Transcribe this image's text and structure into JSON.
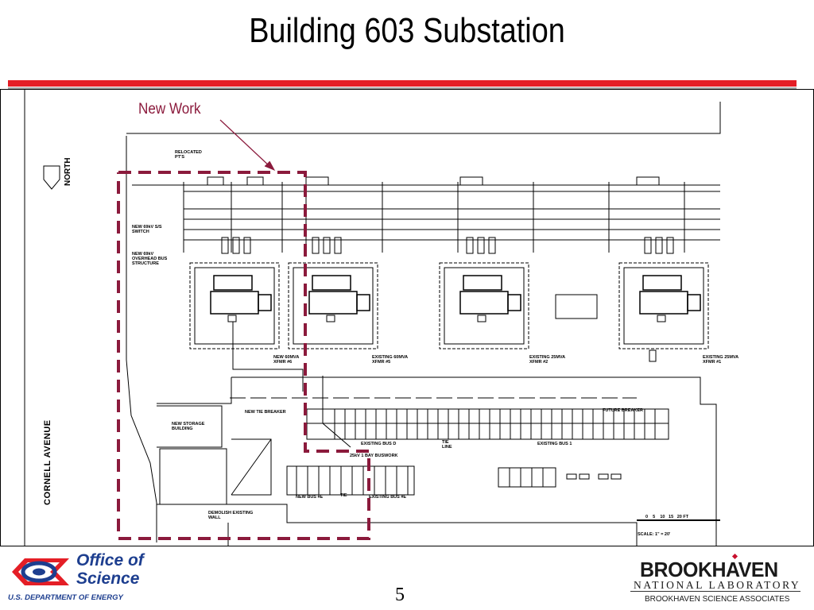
{
  "slide": {
    "title": "Building 603 Substation",
    "page_number": "5",
    "accent_color": "#e41e26"
  },
  "drawing": {
    "annotation": "New Work",
    "annotation_color": "#8b1a3c",
    "north_label": "NORTH",
    "street_label": "CORNELL AVENUE",
    "labels": {
      "relocated_pts": "RELOCATED\nPT'S",
      "new_switch": "NEW 69kV S/S\nSWITCH",
      "new_bus_structure": "NEW 69kV\nOVERHEAD BUS\nSTRUCTURE",
      "new_xfmr": "NEW 60MVA\nXFMR #6",
      "existing_xfmr_5": "EXISTING 60MVA\nXFMR #5",
      "existing_xfmr_2": "EXISTING 25MVA\nXFMR #2",
      "existing_xfmr_1": "EXISTING 25MVA\nXFMR #1",
      "new_tie_breaker": "NEW TIE BREAKER",
      "future_breaker": "FUTURE BREAKER",
      "new_storage": "NEW STORAGE\nBUILDING",
      "existing_bus_d": "EXISTING BUS D",
      "tie_line": "TIE\nLINE",
      "existing_bus_1": "EXISTING BUS 1",
      "bay_buswork": "25kV 1 BAY BUSWORK",
      "new_bus_e": "NEW BUS #E",
      "existing_bus_e": "EXISTING BUS #E",
      "tie": "TIE",
      "demolish_wall": "DEMOLISH EXISTING\nWALL",
      "scale_ticks": "0    5    10   15   20 FT",
      "scale_text": "SCALE: 1\" = 20'"
    }
  },
  "footer": {
    "office_line1": "Office of",
    "office_line2": "Science",
    "department": "U.S. DEPARTMENT OF ENERGY",
    "lab_name": "BROOKHAVEN",
    "lab_subtitle": "NATIONAL LABORATORY",
    "associates": "BROOKHAVEN SCIENCE ASSOCIATES",
    "brand_blue": "#1d3e8f",
    "brand_red": "#c8102e"
  }
}
